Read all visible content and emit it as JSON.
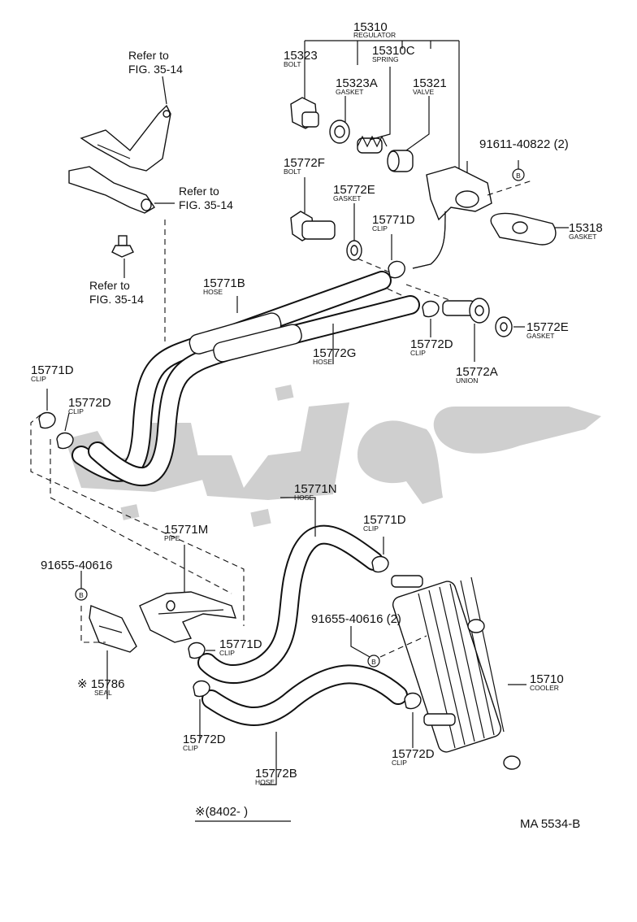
{
  "labels": {
    "p15310": "15310",
    "p15310_sub": "REGULATOR",
    "p15323": "15323",
    "p15323_sub": "BOLT",
    "p15310C": "15310C",
    "p15310C_sub": "SPRING",
    "p15323A": "15323A",
    "p15323A_sub": "GASKET",
    "p15321": "15321",
    "p15321_sub": "VALVE",
    "p15772F": "15772F",
    "p15772F_sub": "BOLT",
    "p15772E_1": "15772E",
    "p15772E_1_sub": "GASKET",
    "p15771D_1": "15771D",
    "p15771D_1_sub": "CLIP",
    "p91611": "91611-40822 (2)",
    "p15318": "15318",
    "p15318_sub": "GASKET",
    "p15771B": "15771B",
    "p15771B_sub": "HOSE",
    "p15772E_2": "15772E",
    "p15772E_2_sub": "GASKET",
    "p15772D_1": "15772D",
    "p15772D_1_sub": "CLIP",
    "p15772G": "15772G",
    "p15772G_sub": "HOSE",
    "p15772A": "15772A",
    "p15772A_sub": "UNION",
    "p15771D_2": "15771D",
    "p15771D_2_sub": "CLIP",
    "p15772D_2": "15772D",
    "p15772D_2_sub": "CLIP",
    "p15771N": "15771N",
    "p15771N_sub": "HOSE",
    "p15771D_3": "15771D",
    "p15771D_3_sub": "CLIP",
    "p15771M": "15771M",
    "p15771M_sub": "PIPE",
    "p91655_1": "91655-40616",
    "p91655_2": "91655-40616 (2)",
    "p15771D_4": "15771D",
    "p15771D_4_sub": "CLIP",
    "p15786": "※ 15786",
    "p15786_sub": "SEAL",
    "p15710": "15710",
    "p15710_sub": "COOLER",
    "p15772D_3": "15772D",
    "p15772D_3_sub": "CLIP",
    "p15772D_4": "15772D",
    "p15772D_4_sub": "CLIP",
    "p15772B": "15772B",
    "p15772B_sub": "HOSE"
  },
  "references": {
    "ref1_line1": "Refer to",
    "ref1_line2": "FIG. 35-14",
    "ref2_line1": "Refer to",
    "ref2_line2": "FIG. 35-14",
    "ref3_line1": "Refer to",
    "ref3_line2": "FIG. 35-14"
  },
  "markers": {
    "b": "B"
  },
  "footer": {
    "production_note": "※(8402-        )",
    "diagram_code": "MA  5534-B"
  },
  "colors": {
    "line": "#111111",
    "watermark": "#cfcfcf"
  }
}
